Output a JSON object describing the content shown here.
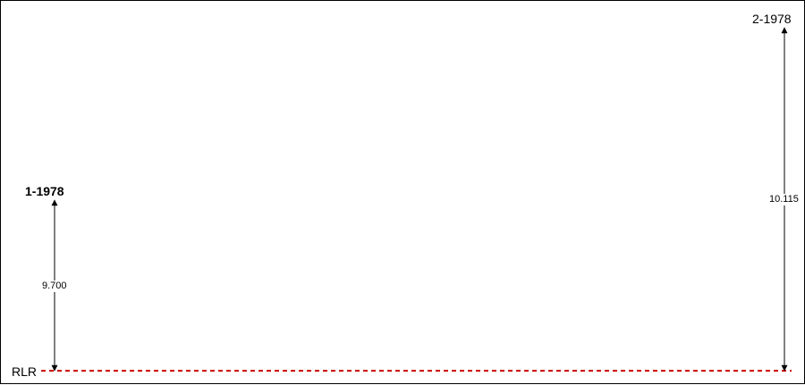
{
  "reference": {
    "label": "RLR",
    "line_color": "#cc0000"
  },
  "benchmarks": [
    {
      "label": "1-1978",
      "value": "9.700"
    },
    {
      "label": "2-1978",
      "value": "10.115"
    }
  ],
  "colors": {
    "arrow": "#000000",
    "reference_line": "#cc0000"
  }
}
